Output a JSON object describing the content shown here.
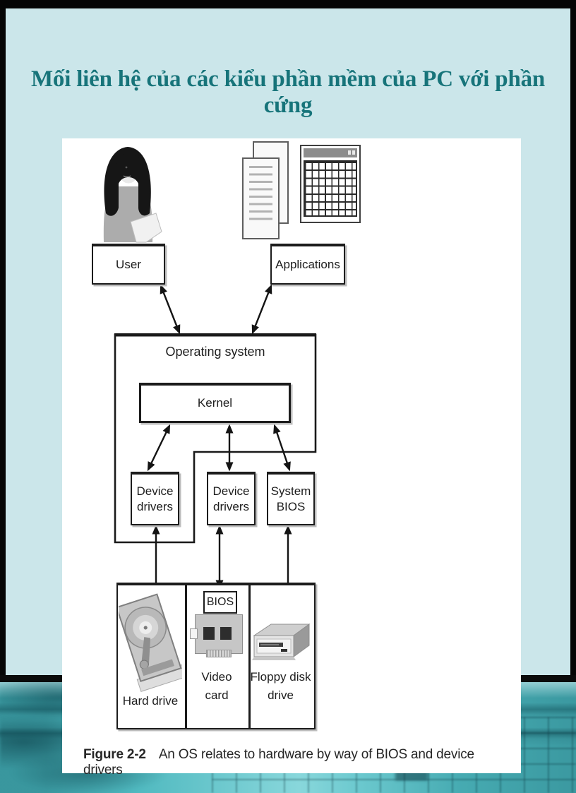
{
  "slide": {
    "title": "Mối liên hệ của các kiểu phần mềm của PC với phần cứng"
  },
  "diagram": {
    "user_label": "User",
    "applications_label": "Applications",
    "os_label": "Operating system",
    "kernel_label": "Kernel",
    "device_drivers1_label": "Device\ndrivers",
    "device_drivers2_label": "Device\ndrivers",
    "system_bios_label": "System\nBIOS",
    "bios_chip_label": "BIOS",
    "hard_drive_label": "Hard drive",
    "video_card_label": "Video\ncard",
    "floppy_label": "Floppy disk\ndrive"
  },
  "caption": {
    "figure_label": "Figure 2-2",
    "text": "An OS relates to hardware by way of BIOS and device drivers"
  },
  "colors": {
    "title_text": "#17747a",
    "slide_background": "#cbe6ea",
    "texture_teal": "#54bcc2",
    "diagram_line": "#1c1c1c",
    "panel_background": "#ffffff"
  }
}
